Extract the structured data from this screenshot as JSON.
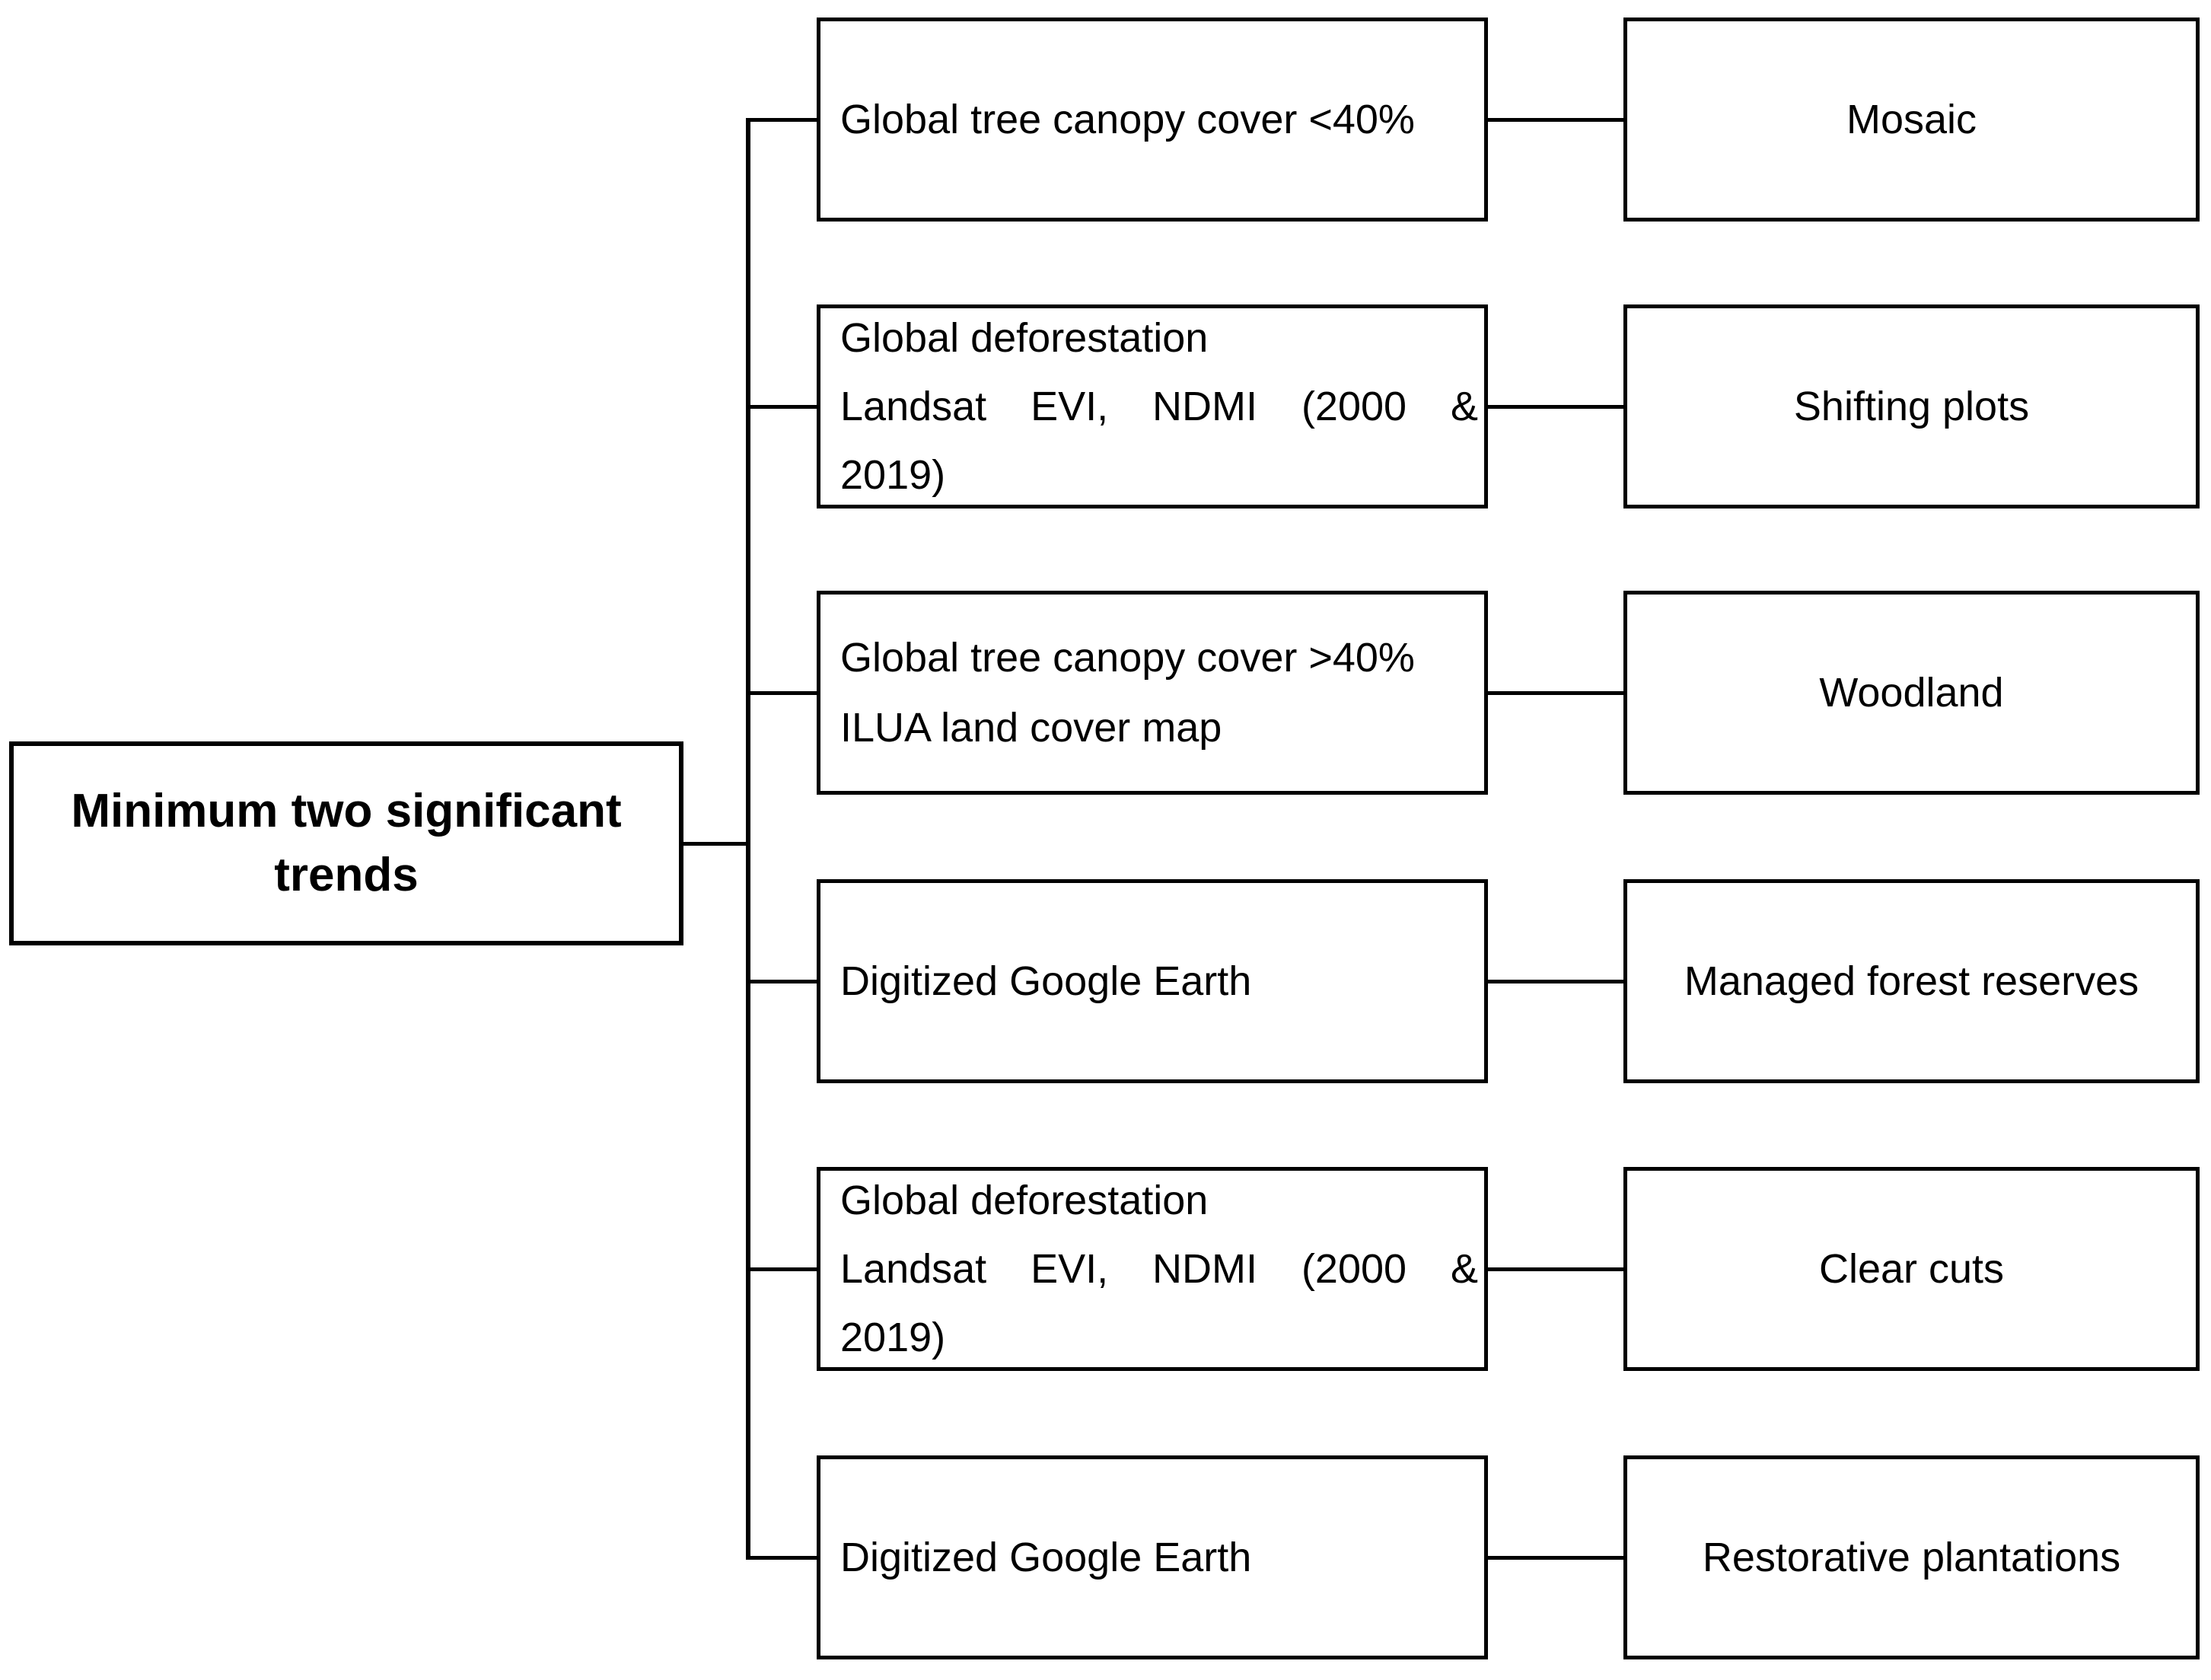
{
  "diagram": {
    "root": {
      "line1": "Minimum two significant",
      "line2": "trends"
    },
    "rows": [
      {
        "source_line1": "Global tree canopy cover <40%",
        "target": "Mosaic"
      },
      {
        "source_line1": "Global deforestation",
        "source_line2": "Landsat EVI, NDMI (2000 &",
        "source_line3": "2019)",
        "target": "Shifting plots"
      },
      {
        "source_line1": "Global tree canopy cover >40%",
        "source_line2": "ILUA land cover map",
        "target": "Woodland"
      },
      {
        "source_line1": "Digitized Google Earth",
        "target": "Managed forest reserves"
      },
      {
        "source_line1": "Global deforestation",
        "source_line2": "Landsat EVI, NDMI (2000 &",
        "source_line3": "2019)",
        "target": "Clear cuts"
      },
      {
        "source_line1": "Digitized Google Earth",
        "target": "Restorative plantations"
      }
    ],
    "colors": {
      "border": "#000000",
      "connector": "#000000",
      "background": "#ffffff",
      "text": "#000000"
    }
  }
}
